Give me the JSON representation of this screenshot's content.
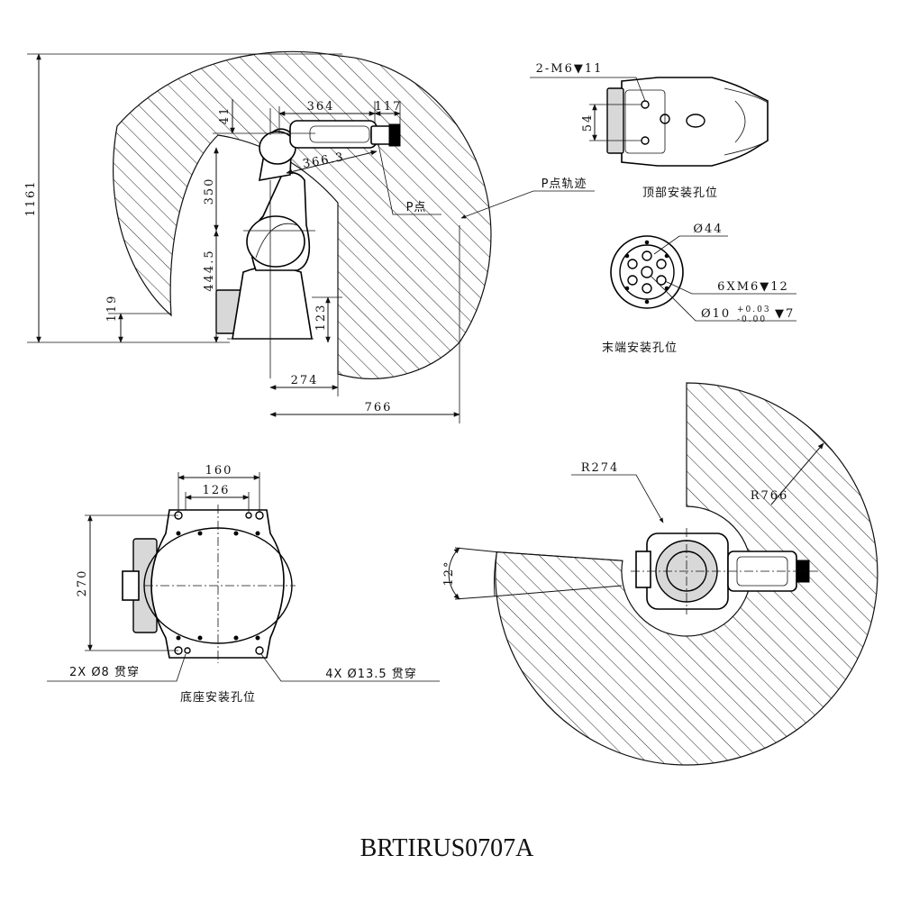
{
  "title": "BRTIRUS0707A",
  "side_view": {
    "dims": {
      "height_total": "1161",
      "upper_arm": "350",
      "base_height": "444.5",
      "inner_low": "119",
      "base_offset": "123",
      "reach_364": "364",
      "tool_117": "117",
      "offset_41": "41",
      "reach_366": "366.3",
      "radius_274": "274",
      "radius_766": "766"
    },
    "labels": {
      "p_point": "P点",
      "p_trajectory": "P点轨迹"
    }
  },
  "top_mount": {
    "callout": "2-M6▼11",
    "dim_54": "54",
    "caption": "顶部安装孔位"
  },
  "end_flange": {
    "dia_44": "Ø44",
    "threads": "6XM6▼12",
    "bore_prefix": "Ø10",
    "tol_upper": "+0.03",
    "tol_lower": "-0.00",
    "bore_depth": "▼7",
    "caption": "末端安装孔位"
  },
  "base_mount": {
    "dim_160": "160",
    "dim_126": "126",
    "dim_270": "270",
    "hole_small": "2X  Ø8  贯穿",
    "hole_large": "4X  Ø13.5  贯穿",
    "caption": "底座安装孔位"
  },
  "plan_view": {
    "r_inner": "R274",
    "r_outer": "R766",
    "angle": "12°"
  },
  "colors": {
    "line": "#111111",
    "paper": "#ffffff",
    "fill": "#d8d8d8"
  }
}
